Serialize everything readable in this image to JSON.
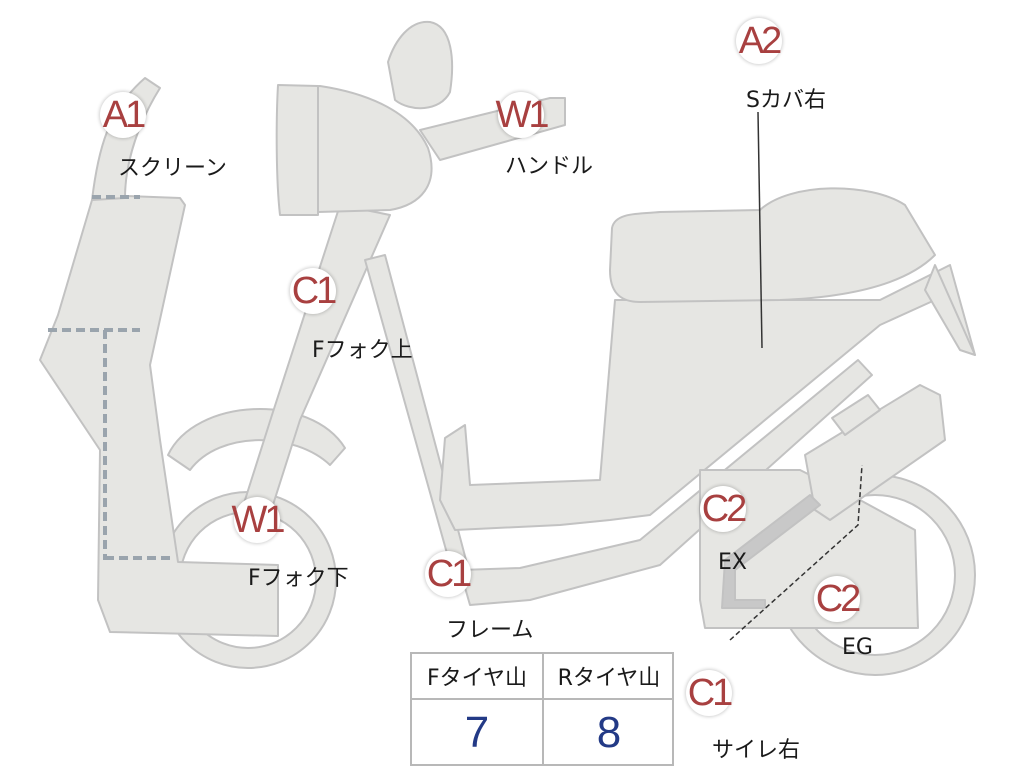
{
  "markers": [
    {
      "code": "A1",
      "label": "スクリーン"
    },
    {
      "code": "W1",
      "label": "ハンドル"
    },
    {
      "code": "A2",
      "label": "Sカバ右"
    },
    {
      "code": "C1",
      "label": "Fフォク上"
    },
    {
      "code": "W1",
      "label": "Fフォク下"
    },
    {
      "code": "C1",
      "label": "フレーム"
    },
    {
      "code": "C2",
      "label": "EX"
    },
    {
      "code": "C2",
      "label": "EG"
    },
    {
      "code": "C1",
      "label": "サイレ右"
    }
  ],
  "tire_table": {
    "headers": [
      "Fタイヤ山",
      "Rタイヤ山"
    ],
    "values": [
      "7",
      "8"
    ]
  },
  "colors": {
    "body_fill": "#e6e6e3",
    "body_stroke": "#bdbdbd",
    "marker_text": "#a84040",
    "value_text": "#233a86"
  }
}
